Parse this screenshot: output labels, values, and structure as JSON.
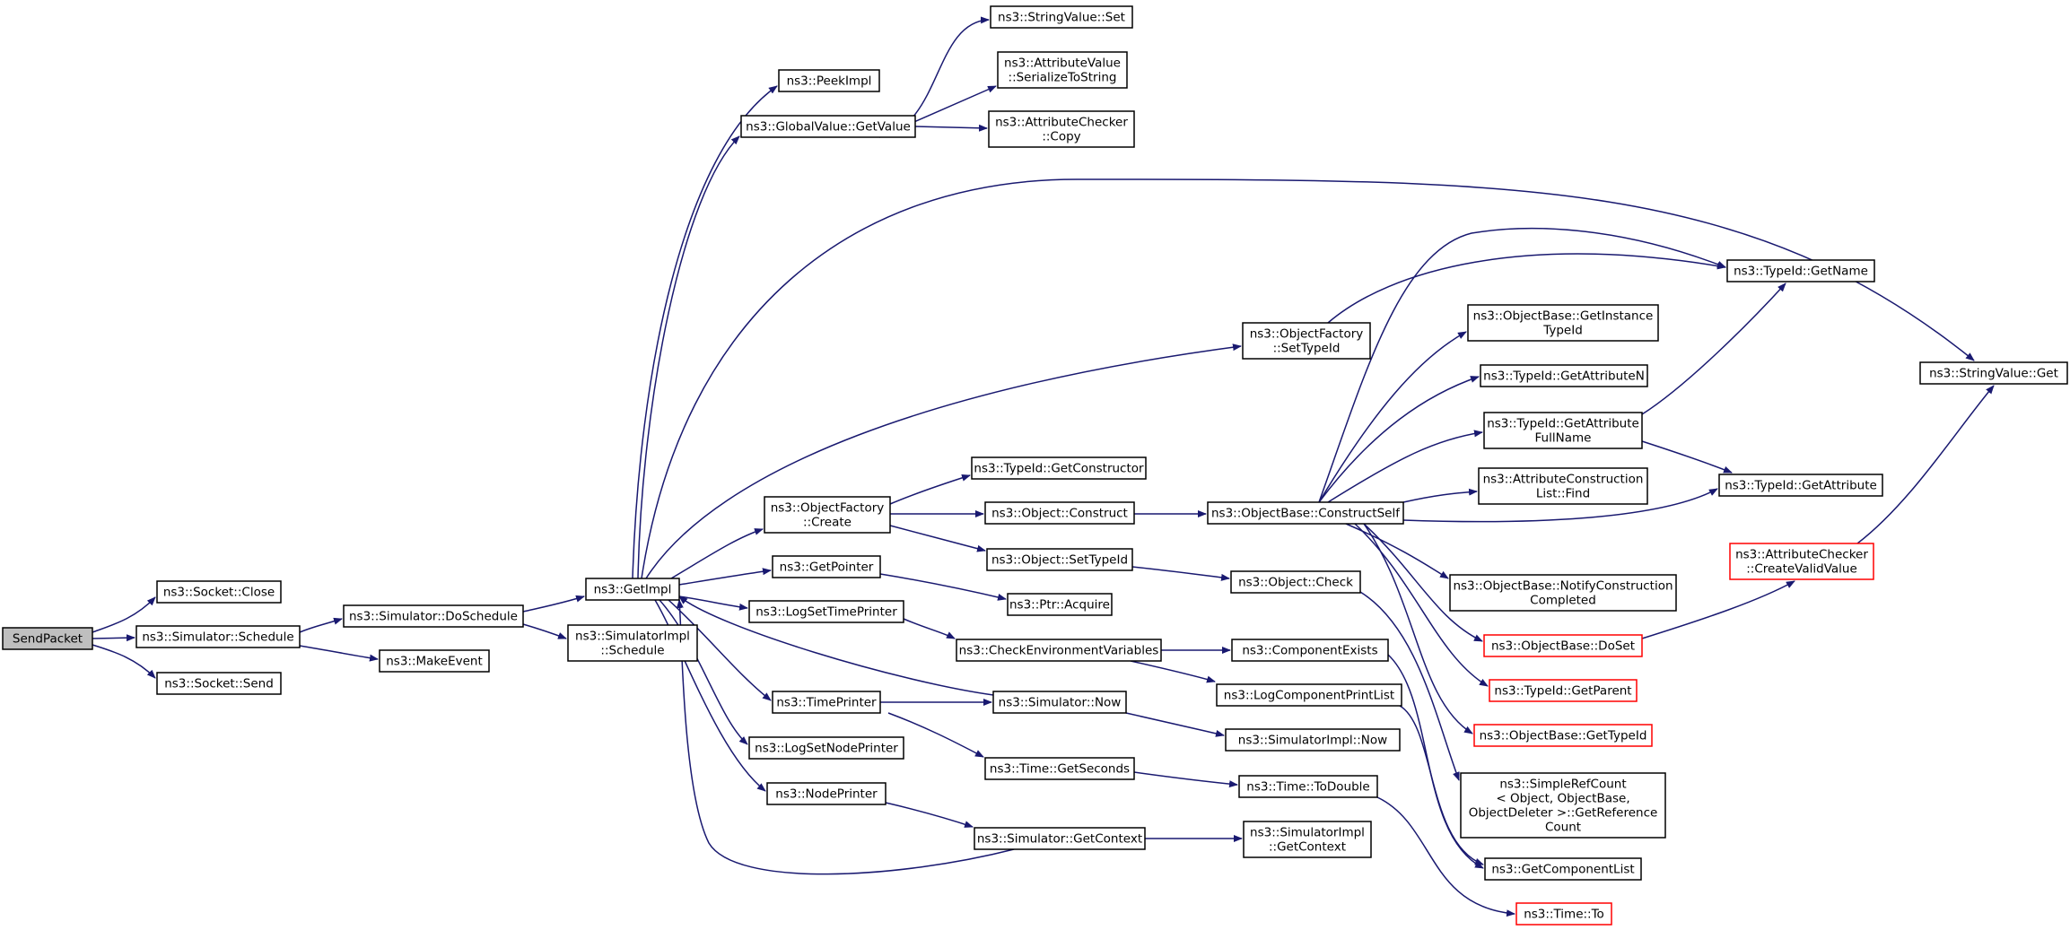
{
  "diagram": {
    "colors": {
      "edge": "#191970",
      "node_border": "#000000",
      "truncated_border": "#ff0000",
      "root_fill": "#bfbfbf"
    },
    "nodes": [
      {
        "id": "sendpacket",
        "lines": [
          "SendPacket"
        ],
        "root": true
      },
      {
        "id": "socket-close",
        "lines": [
          "ns3::Socket::Close"
        ]
      },
      {
        "id": "sim-schedule",
        "lines": [
          "ns3::Simulator::Schedule"
        ]
      },
      {
        "id": "socket-send",
        "lines": [
          "ns3::Socket::Send"
        ]
      },
      {
        "id": "sim-doschedule",
        "lines": [
          "ns3::Simulator::DoSchedule"
        ]
      },
      {
        "id": "makeevent",
        "lines": [
          "ns3::MakeEvent"
        ]
      },
      {
        "id": "getimpl",
        "lines": [
          "ns3::GetImpl"
        ]
      },
      {
        "id": "simimpl-schedule",
        "lines": [
          "ns3::SimulatorImpl",
          "::Schedule"
        ]
      },
      {
        "id": "peekimpl",
        "lines": [
          "ns3::PeekImpl"
        ]
      },
      {
        "id": "gv-getvalue",
        "lines": [
          "ns3::GlobalValue::GetValue"
        ]
      },
      {
        "id": "strval-set",
        "lines": [
          "ns3::StringValue::Set"
        ]
      },
      {
        "id": "attrval-serialize",
        "lines": [
          "ns3::AttributeValue",
          "::SerializeToString"
        ]
      },
      {
        "id": "attrchk-copy",
        "lines": [
          "ns3::AttributeChecker",
          "::Copy"
        ]
      },
      {
        "id": "objfac-settypeid",
        "lines": [
          "ns3::ObjectFactory",
          "::SetTypeId"
        ]
      },
      {
        "id": "objfac-create",
        "lines": [
          "ns3::ObjectFactory",
          "::Create"
        ]
      },
      {
        "id": "typeid-getconstructor",
        "lines": [
          "ns3::TypeId::GetConstructor"
        ]
      },
      {
        "id": "obj-construct",
        "lines": [
          "ns3::Object::Construct"
        ]
      },
      {
        "id": "obj-settypeid",
        "lines": [
          "ns3::Object::SetTypeId"
        ]
      },
      {
        "id": "getpointer",
        "lines": [
          "ns3::GetPointer"
        ]
      },
      {
        "id": "ptr-acquire",
        "lines": [
          "ns3::Ptr::Acquire"
        ]
      },
      {
        "id": "logsettimeprinter",
        "lines": [
          "ns3::LogSetTimePrinter"
        ]
      },
      {
        "id": "checkenv",
        "lines": [
          "ns3::CheckEnvironmentVariables"
        ]
      },
      {
        "id": "timeprinter",
        "lines": [
          "ns3::TimePrinter"
        ]
      },
      {
        "id": "sim-now",
        "lines": [
          "ns3::Simulator::Now"
        ]
      },
      {
        "id": "logsetnodeprinter",
        "lines": [
          "ns3::LogSetNodePrinter"
        ]
      },
      {
        "id": "time-getseconds",
        "lines": [
          "ns3::Time::GetSeconds"
        ]
      },
      {
        "id": "nodeprinter",
        "lines": [
          "ns3::NodePrinter"
        ]
      },
      {
        "id": "sim-getcontext",
        "lines": [
          "ns3::Simulator::GetContext"
        ]
      },
      {
        "id": "objbase-constructself",
        "lines": [
          "ns3::ObjectBase::ConstructSelf"
        ]
      },
      {
        "id": "obj-check",
        "lines": [
          "ns3::Object::Check"
        ]
      },
      {
        "id": "componentexists",
        "lines": [
          "ns3::ComponentExists"
        ]
      },
      {
        "id": "logcomponentprintlist",
        "lines": [
          "ns3::LogComponentPrintList"
        ]
      },
      {
        "id": "simimpl-now",
        "lines": [
          "ns3::SimulatorImpl::Now"
        ]
      },
      {
        "id": "time-todouble",
        "lines": [
          "ns3::Time::ToDouble"
        ]
      },
      {
        "id": "simimpl-getcontext",
        "lines": [
          "ns3::SimulatorImpl",
          "::GetContext"
        ]
      },
      {
        "id": "typeid-getname",
        "lines": [
          "ns3::TypeId::GetName"
        ]
      },
      {
        "id": "objbase-getinstancetypeid",
        "lines": [
          "ns3::ObjectBase::GetInstance",
          "TypeId"
        ]
      },
      {
        "id": "typeid-getattributen",
        "lines": [
          "ns3::TypeId::GetAttributeN"
        ]
      },
      {
        "id": "typeid-getattributefullname",
        "lines": [
          "ns3::TypeId::GetAttribute",
          "FullName"
        ]
      },
      {
        "id": "attrconstructionlist-find",
        "lines": [
          "ns3::AttributeConstruction",
          "List::Find"
        ]
      },
      {
        "id": "objbase-notifyconstruction",
        "lines": [
          "ns3::ObjectBase::NotifyConstruction",
          "Completed"
        ]
      },
      {
        "id": "objbase-doset",
        "lines": [
          "ns3::ObjectBase::DoSet"
        ],
        "truncated": true
      },
      {
        "id": "typeid-getparent",
        "lines": [
          "ns3::TypeId::GetParent"
        ],
        "truncated": true
      },
      {
        "id": "objbase-gettypeid",
        "lines": [
          "ns3::ObjectBase::GetTypeId"
        ],
        "truncated": true
      },
      {
        "id": "simplerefcount-getrefcount",
        "lines": [
          "ns3::SimpleRefCount",
          "< Object, ObjectBase,",
          " ObjectDeleter >::GetReference",
          "Count"
        ]
      },
      {
        "id": "getcomponentlist",
        "lines": [
          "ns3::GetComponentList"
        ]
      },
      {
        "id": "time-to",
        "lines": [
          "ns3::Time::To"
        ],
        "truncated": true
      },
      {
        "id": "strval-get",
        "lines": [
          "ns3::StringValue::Get"
        ]
      },
      {
        "id": "typeid-getattribute",
        "lines": [
          "ns3::TypeId::GetAttribute"
        ]
      },
      {
        "id": "attrchk-createvalidvalue",
        "lines": [
          "ns3::AttributeChecker",
          "::CreateValidValue"
        ],
        "truncated": true
      }
    ]
  }
}
